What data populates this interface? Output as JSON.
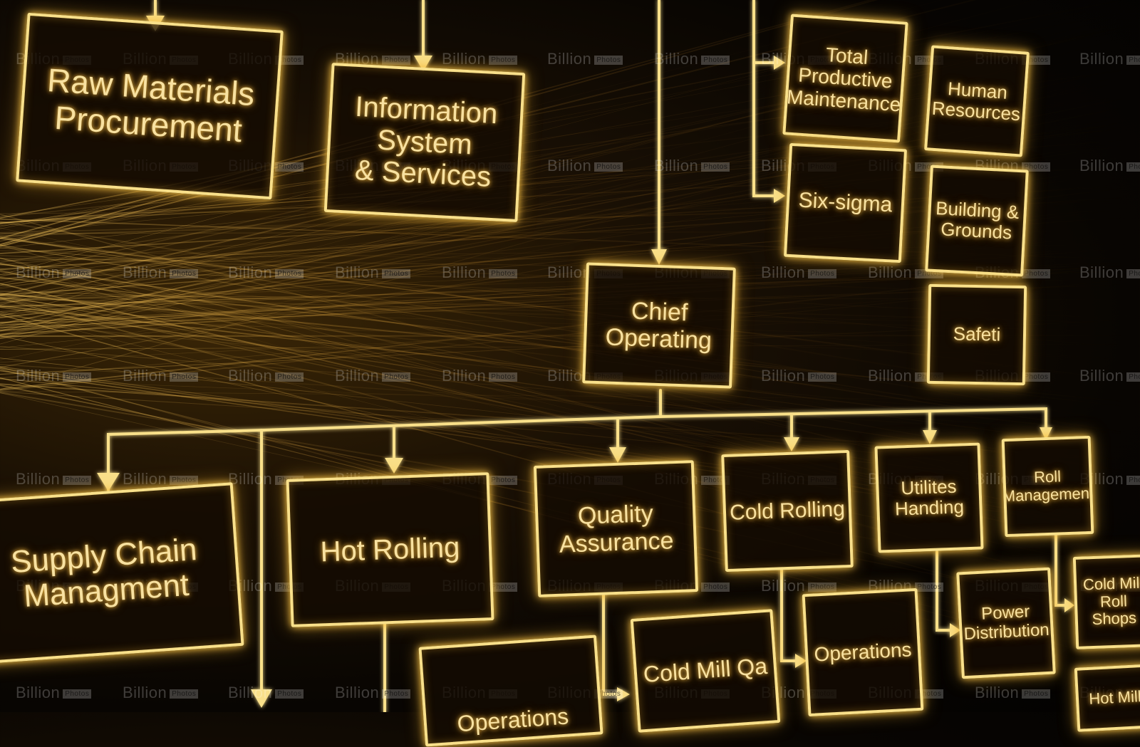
{
  "diagram": {
    "nodes": {
      "raw_materials": "Raw Materials\nProcurement",
      "information_system": "Information\nSystem\n& Services",
      "total_productive": "Total\nProductive\nMaintenance",
      "human_resources": "Human\nResources",
      "six_sigma": "Six-sigma",
      "building_grounds": "Building &\nGrounds",
      "chief_operating": "Chief\nOperating",
      "safeti": "Safeti",
      "supply_chain": "Supply Chain\nManagment",
      "hot_rolling": "Hot Rolling",
      "quality_assurance": "Quality\nAssurance",
      "cold_rolling": "Cold Rolling",
      "utilites_handing": "Utilites\nHanding",
      "roll_management": "Roll\nManagement",
      "cold_mill_roll_shops": "Cold Mill\nRoll Shops",
      "power_distribution": "Power\nDistribution",
      "operations_right": "Operations",
      "cold_mill_qa": "Cold Mill Qa",
      "operations_bottom": "Operations",
      "hot_mill": "Hot Mill"
    }
  },
  "watermark": {
    "brand": "Billion",
    "tag": "Photos"
  },
  "colors": {
    "line": "#f9e08a",
    "glow": "#f5c248",
    "background": "#0a0603"
  }
}
